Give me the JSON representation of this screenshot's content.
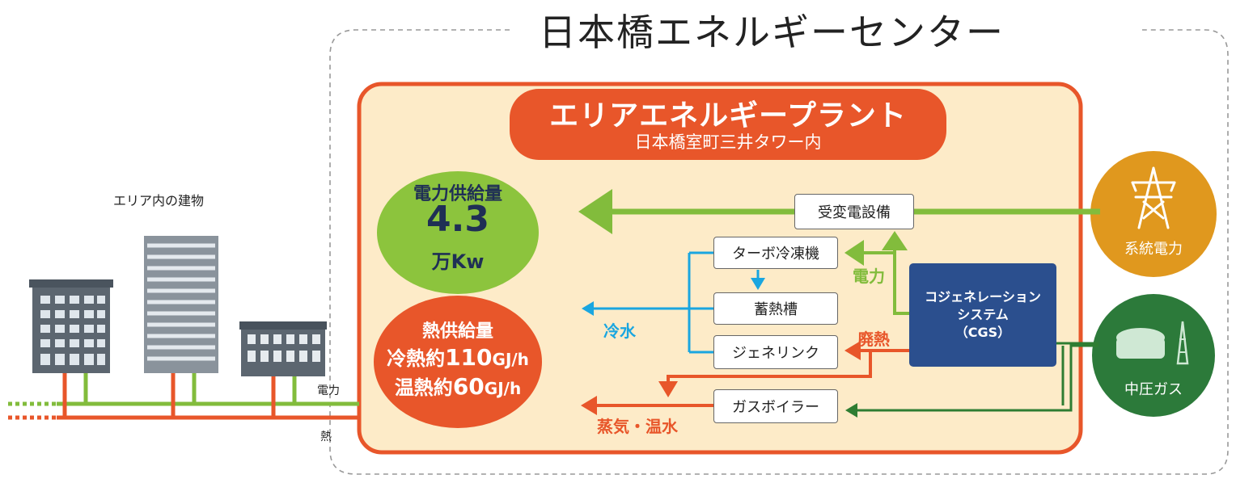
{
  "title": "日本橋エネルギーセンター",
  "plant": {
    "name": "エリアエネルギープラント",
    "location": "日本橋室町三井タワー内"
  },
  "buildings_label": "エリア内の建物",
  "electricity_supply": {
    "label": "電力供給量",
    "value": "4.3",
    "unit": "万Kw"
  },
  "heat_supply": {
    "label": "熱供給量",
    "cold_prefix": "冷熱約",
    "cold_value": "110",
    "cold_unit": "GJ/h",
    "warm_prefix": "温熱約",
    "warm_value": "60",
    "warm_unit": "GJ/h"
  },
  "equipment": {
    "substation": "受変電設備",
    "turbo_chiller": "ターボ冷凍機",
    "heat_storage": "蓄熱槽",
    "genelink": "ジェネリンク",
    "gas_boiler": "ガスボイラー"
  },
  "cgs": {
    "line1": "コジェネレーション",
    "line2": "システム",
    "line3": "（CGS）"
  },
  "flows": {
    "power": "電力",
    "waste_heat": "廃熱",
    "chilled_water": "冷水",
    "steam_hot_water": "蒸気・温水",
    "line_power": "電力",
    "line_heat": "熱"
  },
  "sources": {
    "grid": "系統電力",
    "gas": "中圧ガス"
  },
  "colors": {
    "orange": "#e8562a",
    "green": "#82bc3c",
    "blue": "#1aa6e0",
    "cgs_blue": "#2b4f8e",
    "plant_bg": "#fdebc8",
    "grid_circle": "#e0981e",
    "gas_circle": "#2c7a3a",
    "dark_green_line": "#2e7d32"
  },
  "icons": {
    "grid": "power-tower-icon",
    "gas": "gas-tank-icon"
  }
}
